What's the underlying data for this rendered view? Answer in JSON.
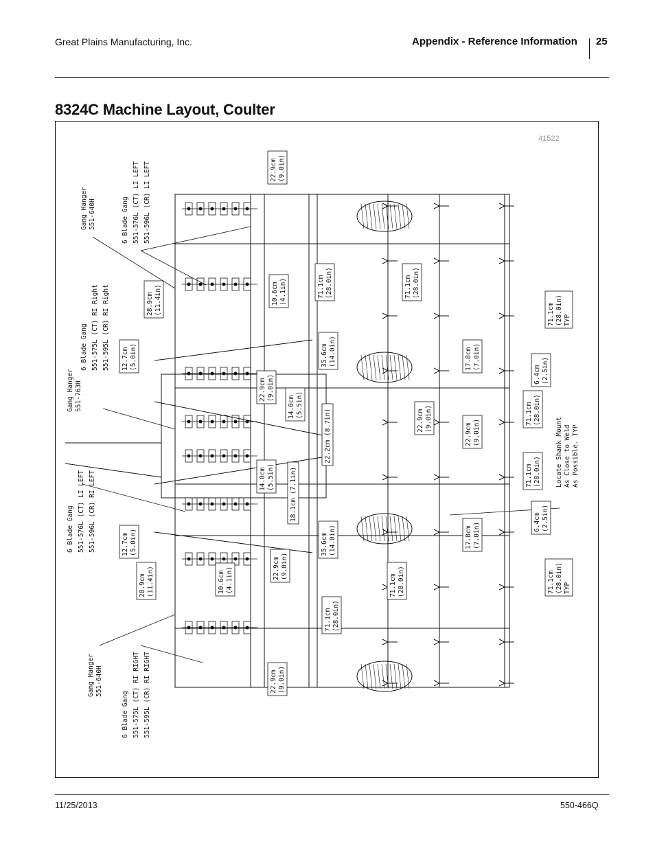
{
  "header": {
    "company": "Great Plains Manufacturing, Inc.",
    "section": "Appendix - Reference Information",
    "page_number": "25"
  },
  "title": "8324C Machine Layout, Coulter",
  "figure_number": "41522",
  "labels": {
    "gang_hanger_640h_top": [
      "Gang Hanger",
      "551-640H"
    ],
    "blade_gang_576_top": [
      "6 Blade Gang",
      "551-576L (CT) LI LEFT",
      "551-596L (CR) LI LEFT"
    ],
    "blade_gang_575_mid": [
      "6 Blade Gang",
      "551-575L (CT) RI Right",
      "551-595L (CR) RI Right"
    ],
    "gang_hanger_763h": [
      "Gang Hanger",
      "551-763H"
    ],
    "blade_gang_576_mid": [
      "6 Blade Gang",
      "551-576L (CT) LI LEFT",
      "551-596L (CR) RI LEFT"
    ],
    "gang_hanger_640h_bottom": [
      "Gang Hanger",
      "551-640H"
    ],
    "blade_gang_575_bottom": [
      "6 Blade Gang",
      "551-575L (CT) RI RIGHT",
      "551-595L (CR) RI RIGHT"
    ],
    "weld_note": [
      "Locate Shank Mount",
      "As Close to Weld",
      "As Possible.   TYP"
    ]
  },
  "dimensions": [
    [
      "22.9cm",
      "(9.0in)"
    ],
    [
      "28.9cm",
      "(11.4in)"
    ],
    [
      "10.6cm",
      "(4.1in)"
    ],
    [
      "71.1cm",
      "(28.0in)"
    ],
    [
      "71.1cm",
      "(28.0in)"
    ],
    [
      "71.1cm",
      "(28.0in)",
      "TYP"
    ],
    [
      "12.7cm",
      "(5.0in)"
    ],
    [
      "35.6cm",
      "(14.0in)"
    ],
    [
      "17.8cm",
      "(7.0in)"
    ],
    [
      "6.4cm",
      "(2.5in)"
    ],
    [
      "22.9cm",
      "(9.0in)"
    ],
    [
      "14.0cm",
      "(5.5in)"
    ],
    [
      "22.2cm (8.7in)"
    ],
    [
      "22.9cm",
      "(9.0in)"
    ],
    [
      "22.9cm",
      "(9.0in)"
    ],
    [
      "71.1cm",
      "(28.0in)"
    ],
    [
      "71.1cm",
      "(28.0in)"
    ],
    [
      "14.0cm",
      "(5.5in)"
    ],
    [
      "18.1cm (7.1in)"
    ],
    [
      "12.7cm",
      "(5.0in)"
    ],
    [
      "35.6cm",
      "(14.0in)"
    ],
    [
      "17.8cm",
      "(7.0in)"
    ],
    [
      "6.4cm",
      "(2.5in)"
    ],
    [
      "28.9cm",
      "(11.4in)"
    ],
    [
      "10.6cm",
      "(4.1in)"
    ],
    [
      "22.9cm",
      "(9.0in)"
    ],
    [
      "71.1cm",
      "(28.0in)"
    ],
    [
      "71.1cm",
      "(28.0in)"
    ],
    [
      "71.1cm",
      "(28.0in)",
      "TYP"
    ],
    [
      "22.9cm",
      "(9.0in)"
    ]
  ],
  "footer": {
    "date": "11/25/2013",
    "doc_number": "550-466Q"
  }
}
